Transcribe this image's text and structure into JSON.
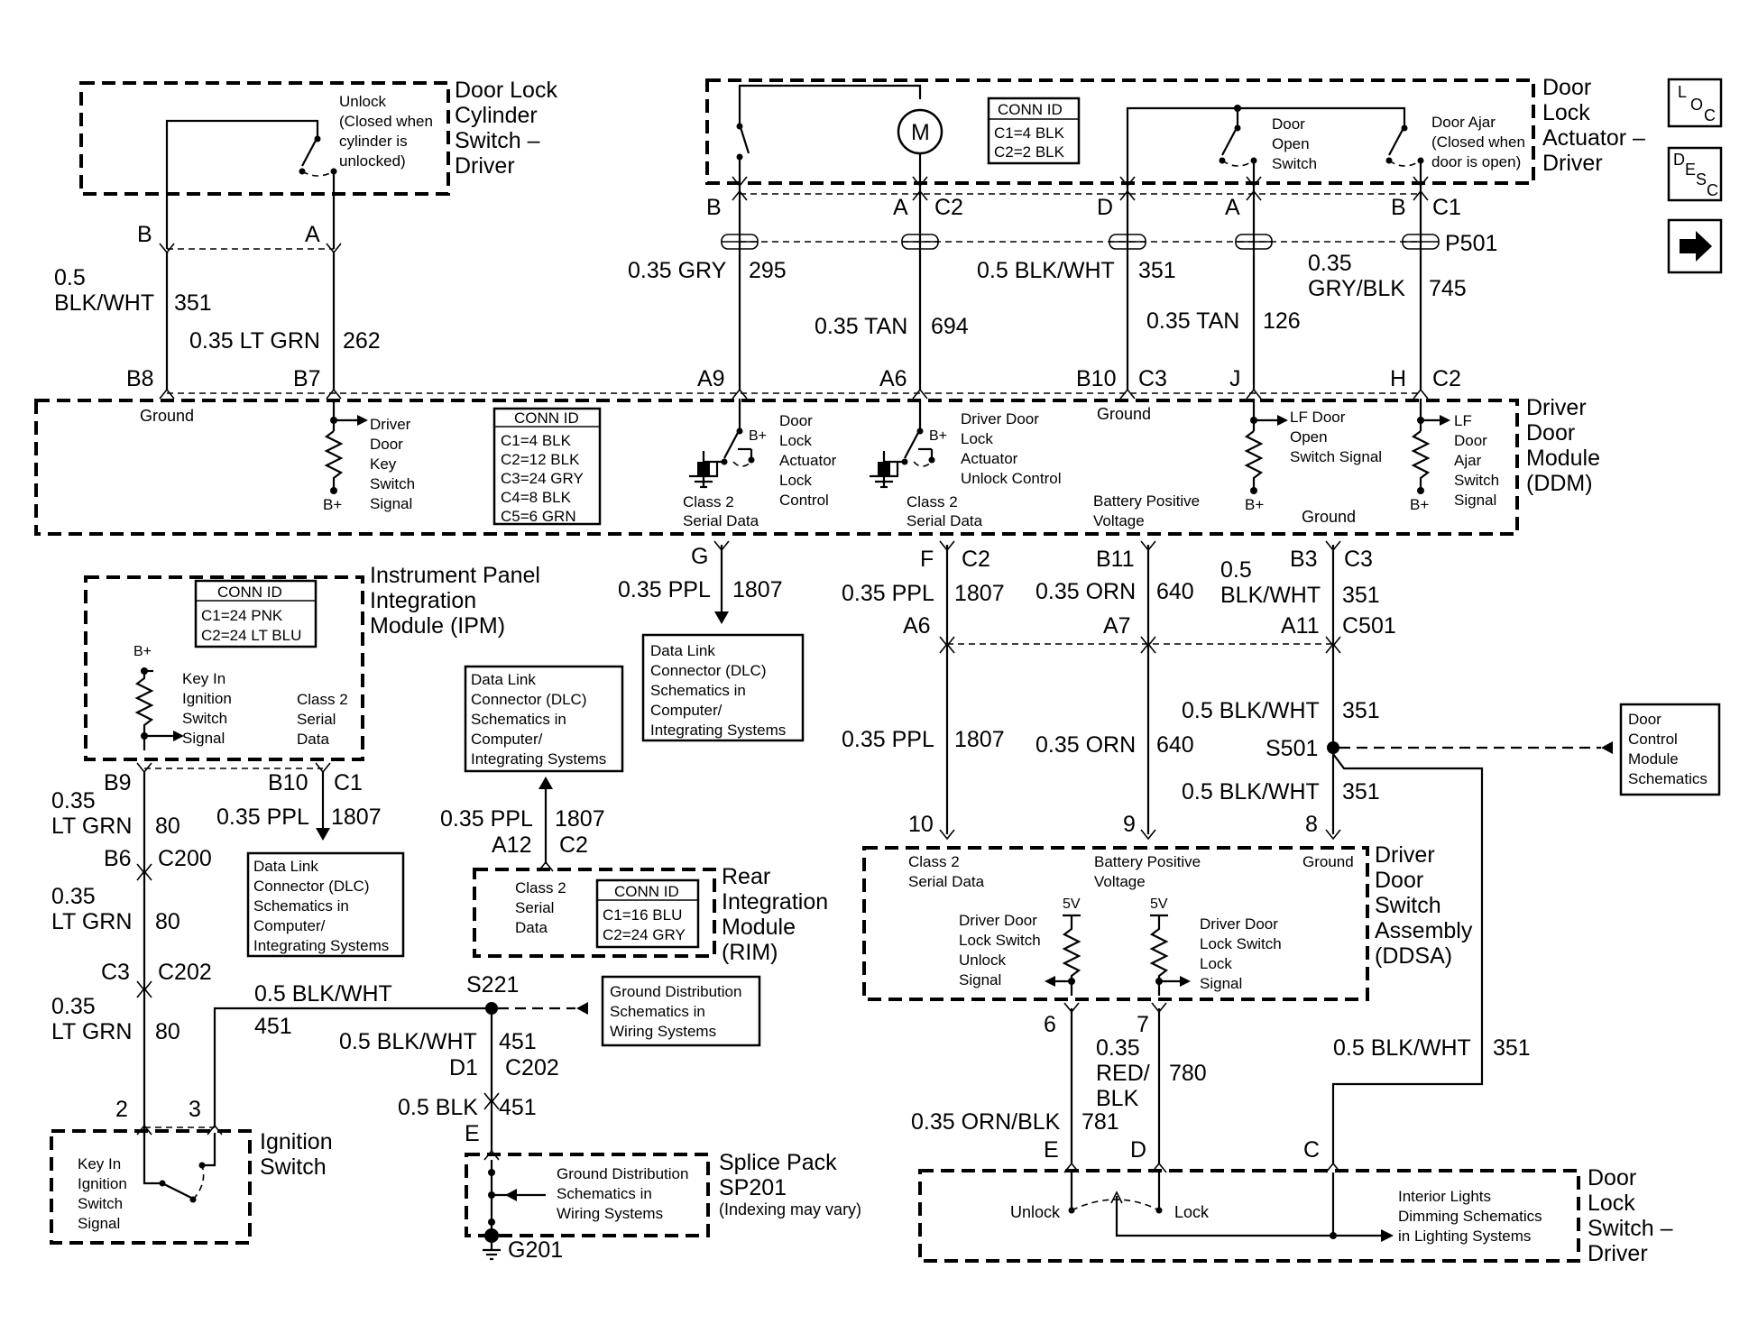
{
  "components": {
    "door_lock_cylinder_switch": {
      "title": [
        "Door Lock",
        "Cylinder",
        "Switch –",
        "Driver"
      ],
      "switch_label": [
        "Unlock",
        "(Closed when",
        "cylinder is",
        "unlocked)"
      ],
      "pins": [
        "B",
        "A"
      ]
    },
    "door_lock_actuator": {
      "title": [
        "Door",
        "Lock",
        "Actuator –",
        "Driver"
      ],
      "motor": "M",
      "conn_id": [
        "CONN ID",
        "C1=4 BLK",
        "C2=2 BLK"
      ],
      "door_open_switch": [
        "Door",
        "Open",
        "Switch"
      ],
      "door_ajar_switch": [
        "Door Ajar",
        "(Closed when",
        "door is open)"
      ],
      "pins": [
        "B",
        "A",
        "C2",
        "D",
        "A",
        "B",
        "C1"
      ],
      "inline": "P501"
    },
    "ddm": {
      "title": [
        "Driver",
        "Door",
        "Module",
        "(DDM)"
      ],
      "conn_id": [
        "CONN ID",
        "C1=4 BLK",
        "C2=12 BLK",
        "C3=24 GRY",
        "C4=8 BLK",
        "C5=6 GRN"
      ],
      "ground_left": "Ground",
      "key_switch": [
        "Driver",
        "Door",
        "Key",
        "Switch",
        "Signal"
      ],
      "bplus": "B+",
      "lock_control": [
        "Door",
        "Lock",
        "Actuator",
        "Lock",
        "Control"
      ],
      "unlock_control": [
        "Driver Door",
        "Lock",
        "Actuator",
        "Unlock Control"
      ],
      "class2_a": [
        "Class 2",
        "Serial Data"
      ],
      "class2_b": [
        "Class 2",
        "Serial Data"
      ],
      "ground_right": "Ground",
      "battery": [
        "Battery Positive",
        "Voltage"
      ],
      "lf_open": [
        "LF Door",
        "Open",
        "Switch Signal"
      ],
      "lf_ajar": [
        "LF",
        "Door",
        "Ajar",
        "Switch",
        "Signal"
      ],
      "ground_bottom": "Ground",
      "top_pins": [
        "B8",
        "B7",
        "A9",
        "A6",
        "B10",
        "C3",
        "J",
        "H",
        "C2"
      ],
      "bottom_pins": [
        "G",
        "F",
        "C2",
        "B11",
        "B3",
        "C3"
      ]
    },
    "ipm": {
      "title": [
        "Instrument Panel",
        "Integration",
        "Module (IPM)"
      ],
      "conn_id": [
        "CONN ID",
        "C1=24 PNK",
        "C2=24 LT BLU"
      ],
      "bplus": "B+",
      "key_in": [
        "Key In",
        "Ignition",
        "Switch",
        "Signal"
      ],
      "class2": [
        "Class 2",
        "Serial",
        "Data"
      ],
      "pins": [
        "B9",
        "B10",
        "C1"
      ]
    },
    "rim": {
      "title": [
        "Rear",
        "Integration",
        "Module",
        "(RIM)"
      ],
      "class2": [
        "Class 2",
        "Serial",
        "Data"
      ],
      "conn_id": [
        "CONN ID",
        "C1=16 BLU",
        "C2=24 GRY"
      ],
      "pins": [
        "A12",
        "C2"
      ]
    },
    "ignition_switch": {
      "title": [
        "Ignition",
        "Switch"
      ],
      "label": [
        "Key In",
        "Ignition",
        "Switch",
        "Signal"
      ],
      "pins": [
        "2",
        "3"
      ]
    },
    "splice_pack": {
      "title": [
        "Splice Pack",
        "SP201"
      ],
      "note": "(Indexing may vary)",
      "ground_dist": [
        "Ground Distribution",
        "Schematics in",
        "Wiring Systems"
      ],
      "pin": "E",
      "ground": "G201"
    },
    "ddsa": {
      "title": [
        "Driver",
        "Door",
        "Switch",
        "Assembly",
        "(DDSA)"
      ],
      "class2": [
        "Class 2",
        "Serial Data"
      ],
      "battery": [
        "Battery Positive",
        "Voltage"
      ],
      "ground": "Ground",
      "five_v": "5V",
      "unlock_signal": [
        "Driver Door",
        "Lock Switch",
        "Unlock",
        "Signal"
      ],
      "lock_signal": [
        "Driver Door",
        "Lock Switch",
        "Lock",
        "Signal"
      ],
      "top_pins": [
        "10",
        "9",
        "8"
      ],
      "bottom_pins": [
        "6",
        "7"
      ]
    },
    "door_lock_switch": {
      "title": [
        "Door",
        "Lock",
        "Switch –",
        "Driver"
      ],
      "unlock": "Unlock",
      "lock": "Lock",
      "interior": [
        "Interior Lights",
        "Dimming Schematics",
        "in Lighting Systems"
      ],
      "pins": [
        "E",
        "D",
        "C"
      ]
    }
  },
  "references": {
    "dlc_1": [
      "Data Link",
      "Connector (DLC)",
      "Schematics in",
      "Computer/",
      "Integrating Systems"
    ],
    "dlc_2": [
      "Data Link",
      "Connector (DLC)",
      "Schematics in",
      "Computer/",
      "Integrating Systems"
    ],
    "dlc_3": [
      "Data Link",
      "Connector (DLC)",
      "Schematics in",
      "Computer/",
      "Integrating Systems"
    ],
    "ground_dist": [
      "Ground Distribution",
      "Schematics in",
      "Wiring Systems"
    ],
    "door_control": [
      "Door",
      "Control",
      "Module",
      "Schematics"
    ]
  },
  "wires": {
    "w351_top": {
      "gauge": [
        "0.5",
        "BLK/WHT"
      ],
      "circuit": "351"
    },
    "w262": {
      "gauge": "0.35 LT GRN",
      "circuit": "262"
    },
    "w295": {
      "gauge": "0.35 GRY",
      "circuit": "295"
    },
    "w694": {
      "gauge": "0.35 TAN",
      "circuit": "694"
    },
    "w351_act": {
      "gauge": "0.5 BLK/WHT",
      "circuit": "351"
    },
    "w126": {
      "gauge": "0.35 TAN",
      "circuit": "126"
    },
    "w745": {
      "gauge": [
        "0.35",
        "GRY/BLK"
      ],
      "circuit": "745"
    },
    "w1807_g": {
      "gauge": "0.35 PPL",
      "circuit": "1807"
    },
    "w1807_f": {
      "gauge": "0.35 PPL",
      "circuit": "1807"
    },
    "w640": {
      "gauge": "0.35 ORN",
      "circuit": "640"
    },
    "w351_b3": {
      "gauge": [
        "0.5",
        "BLK/WHT"
      ],
      "circuit": "351"
    },
    "w1807_b": {
      "gauge": "0.35 PPL",
      "circuit": "1807"
    },
    "w640_b": {
      "gauge": "0.35 ORN",
      "circuit": "640"
    },
    "w351_s1": {
      "gauge": "0.5 BLK/WHT",
      "circuit": "351"
    },
    "w351_s2": {
      "gauge": "0.5 BLK/WHT",
      "circuit": "351"
    },
    "w80_1": {
      "gauge": [
        "0.35",
        "LT GRN"
      ],
      "circuit": "80"
    },
    "w80_2": {
      "gauge": [
        "0.35",
        "LT GRN"
      ],
      "circuit": "80"
    },
    "w80_3": {
      "gauge": [
        "0.35",
        "LT GRN"
      ],
      "circuit": "80"
    },
    "w1807_ipm": {
      "gauge": "0.35 PPL",
      "circuit": "1807"
    },
    "w1807_rim": {
      "gauge": "0.35 PPL",
      "circuit": "1807"
    },
    "w451_a": {
      "gauge": "0.5 BLK/WHT",
      "circuit": "451"
    },
    "w451_b": {
      "gauge": "0.5 BLK/WHT",
      "circuit": "451"
    },
    "w451_c": {
      "gauge": "0.5 BLK",
      "circuit": "451"
    },
    "w781": {
      "gauge": "0.35 ORN/BLK",
      "circuit": "781"
    },
    "w780": {
      "gauge": [
        "0.35",
        "RED/",
        "BLK"
      ],
      "circuit": "780"
    },
    "w351_bottom": {
      "gauge": "0.5 BLK/WHT",
      "circuit": "351"
    }
  },
  "connectors": {
    "c200": [
      "B6",
      "C200"
    ],
    "c202": [
      "C3",
      "C202"
    ],
    "c202b": [
      "D1",
      "C202"
    ],
    "c501": [
      "A6",
      "A7",
      "A11",
      "C501"
    ],
    "s221": "S221",
    "s501": "S501"
  },
  "nav": {
    "loc": [
      "L",
      "O",
      "C"
    ],
    "desc": [
      "D",
      "E",
      "S",
      "C"
    ],
    "next": "→"
  }
}
